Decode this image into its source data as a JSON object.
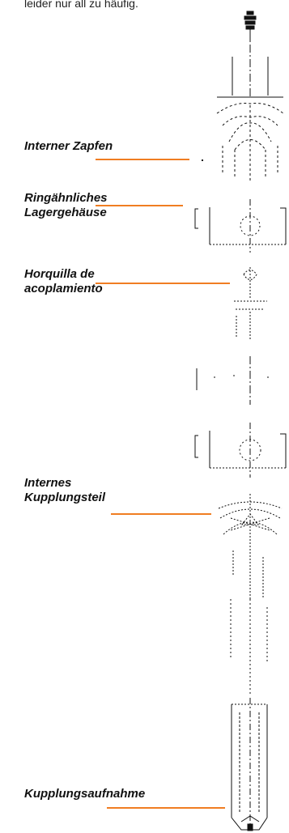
{
  "intro_text": "leider nur all zu häufig.",
  "labels": {
    "internal_pin": "Interner Zapfen",
    "ring_bearing_housing": {
      "line1": "Ringähnliches",
      "line2": "Lagergehäuse"
    },
    "coupling_fork": {
      "line1": "Horquilla de",
      "line2": "acoplamiento"
    },
    "internal_coupling_part": {
      "line1": "Internes",
      "line2": "Kupplungsteil"
    },
    "coupling_receptacle": "Kupplungsaufnahme"
  },
  "colors": {
    "leader_line": "#f07d22",
    "drawing": "#111111"
  }
}
